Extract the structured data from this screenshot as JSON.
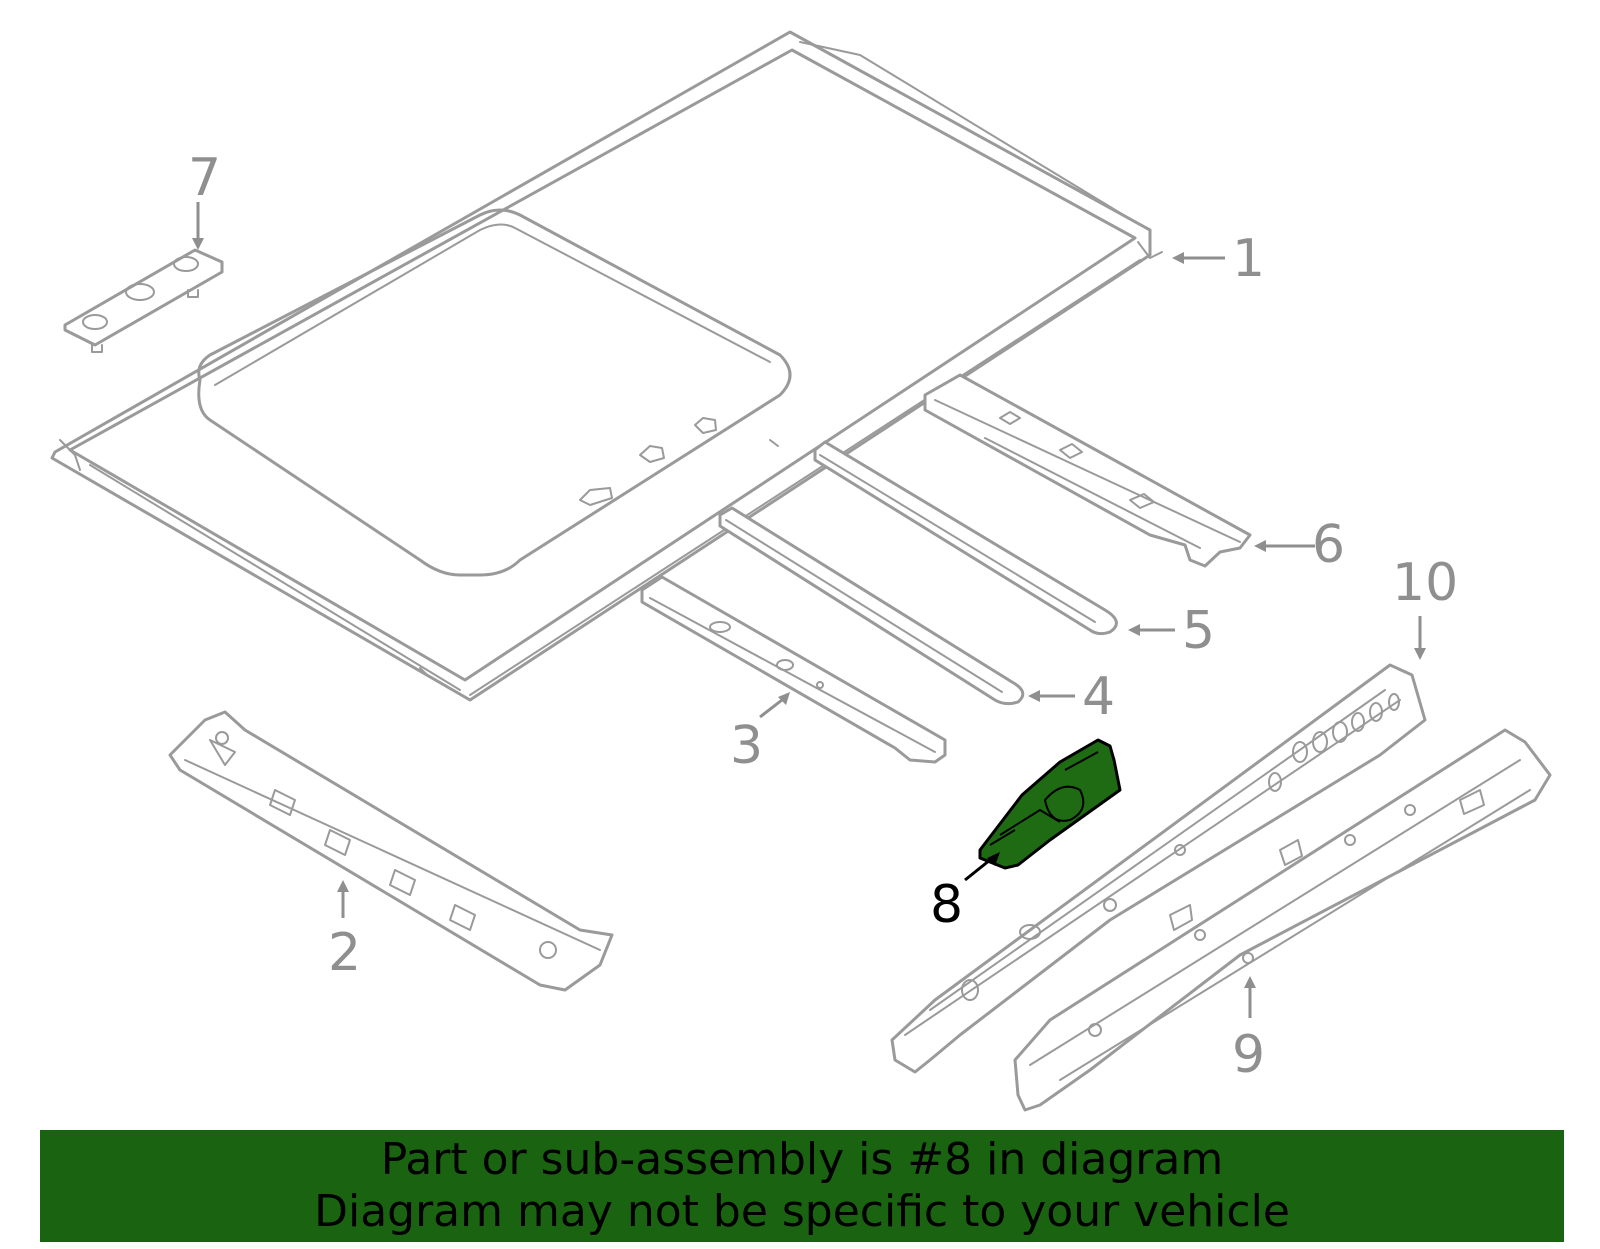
{
  "diagram": {
    "callouts": {
      "c1": "1",
      "c2": "2",
      "c3": "3",
      "c4": "4",
      "c5": "5",
      "c6": "6",
      "c7": "7",
      "c8": "8",
      "c9": "9",
      "c10": "10"
    },
    "highlighted_part": "8",
    "colors": {
      "line": "#9a9a9a",
      "highlight_fill": "#1f6b14",
      "banner_bg": "#1a6310"
    }
  },
  "banner": {
    "line1": "Part or sub-assembly is #8 in diagram",
    "line2": "Diagram may not be specific to your vehicle"
  }
}
